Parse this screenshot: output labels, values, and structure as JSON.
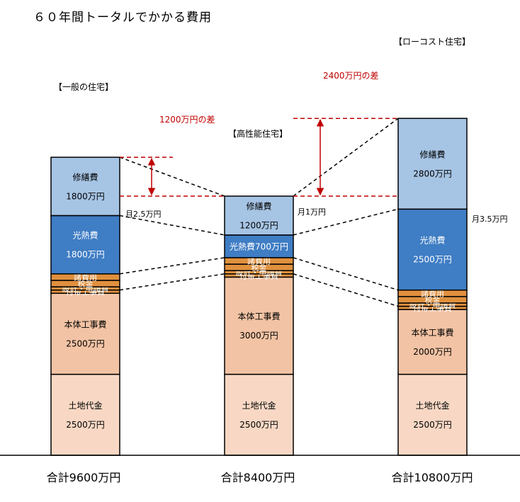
{
  "title": "６０年間トータルでかかる費用",
  "colors": {
    "shuzen": "#a6c4e4",
    "kounetsu": "#3f7dc4",
    "shohiyou": "#e0903e",
    "hontai": "#f2c3a4",
    "tochi": "#f8d8c4",
    "stroke": "#000000",
    "diff": "#c00000"
  },
  "chart_data": {
    "type": "bar",
    "stacked": true,
    "unit": "万円",
    "categories": [
      "【一般の住宅】",
      "【高性能住宅】",
      "【ローコスト住宅】"
    ],
    "totals": [
      "合計9600万円",
      "合計8400万円",
      "合計10800万円"
    ],
    "series": [
      {
        "name": "土地代金",
        "color_key": "tochi",
        "values": [
          2500,
          2500,
          2500
        ],
        "labels": [
          "土地代金\n2500万円",
          "土地代金\n2500万円",
          "土地代金\n2500万円"
        ]
      },
      {
        "name": "本体工事費",
        "color_key": "hontai",
        "values": [
          2500,
          3000,
          2000
        ],
        "labels": [
          "本体工事費\n2500万円",
          "本体工事費\n3000万円",
          "本体工事費\n2000万円"
        ]
      },
      {
        "name": "付帯工事費",
        "color_key": "shohiyou",
        "values": [
          100,
          100,
          100
        ],
        "labels": [
          "付帯工事費",
          "付帯工事費",
          "付帯工事費"
        ]
      },
      {
        "name": "設計・申請費",
        "color_key": "shohiyou",
        "values": [
          100,
          100,
          100
        ],
        "labels": [
          "設計・申請費",
          "設計・申請費",
          "設計・申請費"
        ]
      },
      {
        "name": "税金",
        "color_key": "shohiyou",
        "values": [
          200,
          200,
          200
        ],
        "labels": [
          "税金",
          "税金",
          "税金"
        ]
      },
      {
        "name": "諸費用",
        "color_key": "shohiyou",
        "values": [
          200,
          200,
          200
        ],
        "labels": [
          "諸費用",
          "諸費用",
          "諸費用"
        ]
      },
      {
        "name": "光熱費",
        "color_key": "kounetsu",
        "values": [
          1800,
          700,
          2500
        ],
        "labels": [
          "光熱費\n1800万円",
          "光熱費700万円",
          "光熱費\n2500万円"
        ]
      },
      {
        "name": "修繕費",
        "color_key": "shuzen",
        "values": [
          1800,
          1200,
          2800
        ],
        "labels": [
          "修繕費\n1800万円",
          "修繕費\n1200万円",
          "修繕費\n2800万円"
        ]
      }
    ],
    "monthly_energy": [
      "月2.5万円",
      "月1万円",
      "月3.5万円"
    ],
    "annotations": [
      {
        "text": "1200万円の差",
        "between": [
          0,
          1
        ]
      },
      {
        "text": "2400万円の差",
        "between": [
          2,
          1
        ]
      }
    ]
  }
}
